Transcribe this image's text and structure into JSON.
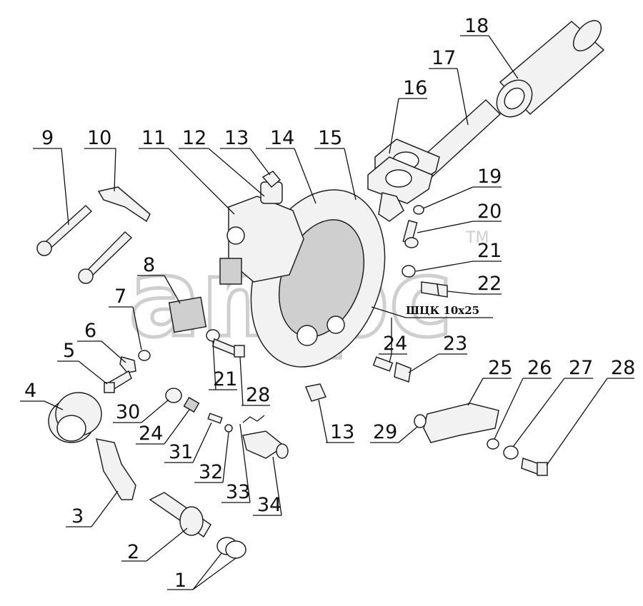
{
  "watermark": {
    "text": "ampc",
    "trademark": "TM"
  },
  "thread_spec": "ШЦК 10x25",
  "callouts": [
    {
      "id": "c1",
      "text": "1"
    },
    {
      "id": "c2",
      "text": "2"
    },
    {
      "id": "c3",
      "text": "3"
    },
    {
      "id": "c4",
      "text": "4"
    },
    {
      "id": "c5",
      "text": "5"
    },
    {
      "id": "c6",
      "text": "6"
    },
    {
      "id": "c7",
      "text": "7"
    },
    {
      "id": "c8",
      "text": "8"
    },
    {
      "id": "c9",
      "text": "9"
    },
    {
      "id": "c10",
      "text": "10"
    },
    {
      "id": "c11",
      "text": "11"
    },
    {
      "id": "c12",
      "text": "12"
    },
    {
      "id": "c13a",
      "text": "13"
    },
    {
      "id": "c14",
      "text": "14"
    },
    {
      "id": "c15",
      "text": "15"
    },
    {
      "id": "c16",
      "text": "16"
    },
    {
      "id": "c17",
      "text": "17"
    },
    {
      "id": "c18",
      "text": "18"
    },
    {
      "id": "c19",
      "text": "19"
    },
    {
      "id": "c20",
      "text": "20"
    },
    {
      "id": "c21a",
      "text": "21"
    },
    {
      "id": "c22",
      "text": "22"
    },
    {
      "id": "c21b",
      "text": "21"
    },
    {
      "id": "c28a",
      "text": "28"
    },
    {
      "id": "c24a",
      "text": "24"
    },
    {
      "id": "c23",
      "text": "23"
    },
    {
      "id": "c13b",
      "text": "13"
    },
    {
      "id": "c25",
      "text": "25"
    },
    {
      "id": "c26",
      "text": "26"
    },
    {
      "id": "c27",
      "text": "27"
    },
    {
      "id": "c28b",
      "text": "28"
    },
    {
      "id": "c29",
      "text": "29"
    },
    {
      "id": "c30",
      "text": "30"
    },
    {
      "id": "c24b",
      "text": "24"
    },
    {
      "id": "c31",
      "text": "31"
    },
    {
      "id": "c32",
      "text": "32"
    },
    {
      "id": "c33",
      "text": "33"
    },
    {
      "id": "c34",
      "text": "34"
    }
  ]
}
